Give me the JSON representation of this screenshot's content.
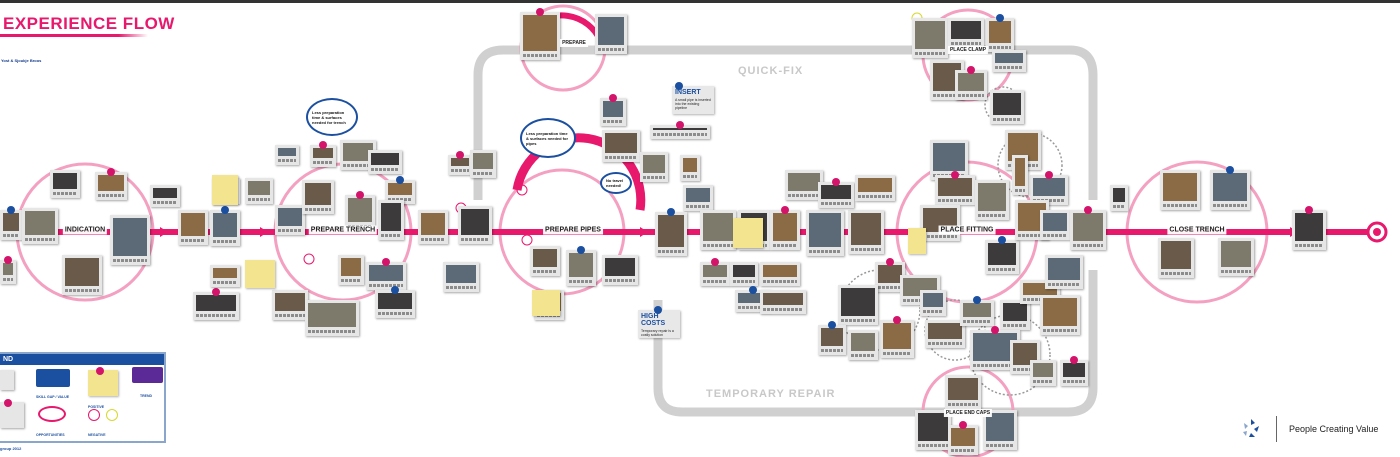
{
  "header": {
    "title": "EXPERIENCE FLOW",
    "subtitle": "Yost & Sjoukje Broos"
  },
  "stages": [
    "INDICATION",
    "PREPARE TRENCH",
    "PREPARE PIPES",
    "PREPARE",
    "PLACE CLAMP",
    "PLACE FITTING",
    "PLACE END CAPS",
    "CLOSE TRENCH"
  ],
  "loops": {
    "top": "QUICK-FIX",
    "bottom": "TEMPORARY REPAIR"
  },
  "callouts": {
    "insert": {
      "title": "INSERT",
      "text": "A small pipe is inserted into the existing pipeline"
    },
    "high_costs": {
      "title": "HIGH COSTS",
      "text": "Temporary repair is a costly solution"
    }
  },
  "bubbles": {
    "trench": "Less preparation time & surfaces needed for trench",
    "pipes": "Less preparation time & surfaces needed for pipes",
    "travel": "No travel needed!"
  },
  "legend": {
    "title": "ND",
    "labels": [
      "SKILL GAP / VALUE",
      "POSITIVE",
      "TREND",
      "OPPORTUNITIES",
      "NEGATIVE"
    ],
    "footer": "group 2012"
  },
  "brand": {
    "tagline": "People Creating Value"
  },
  "colors": {
    "accent": "#e8186d",
    "blue": "#1b4fa0",
    "loop": "#d0d0d0"
  }
}
